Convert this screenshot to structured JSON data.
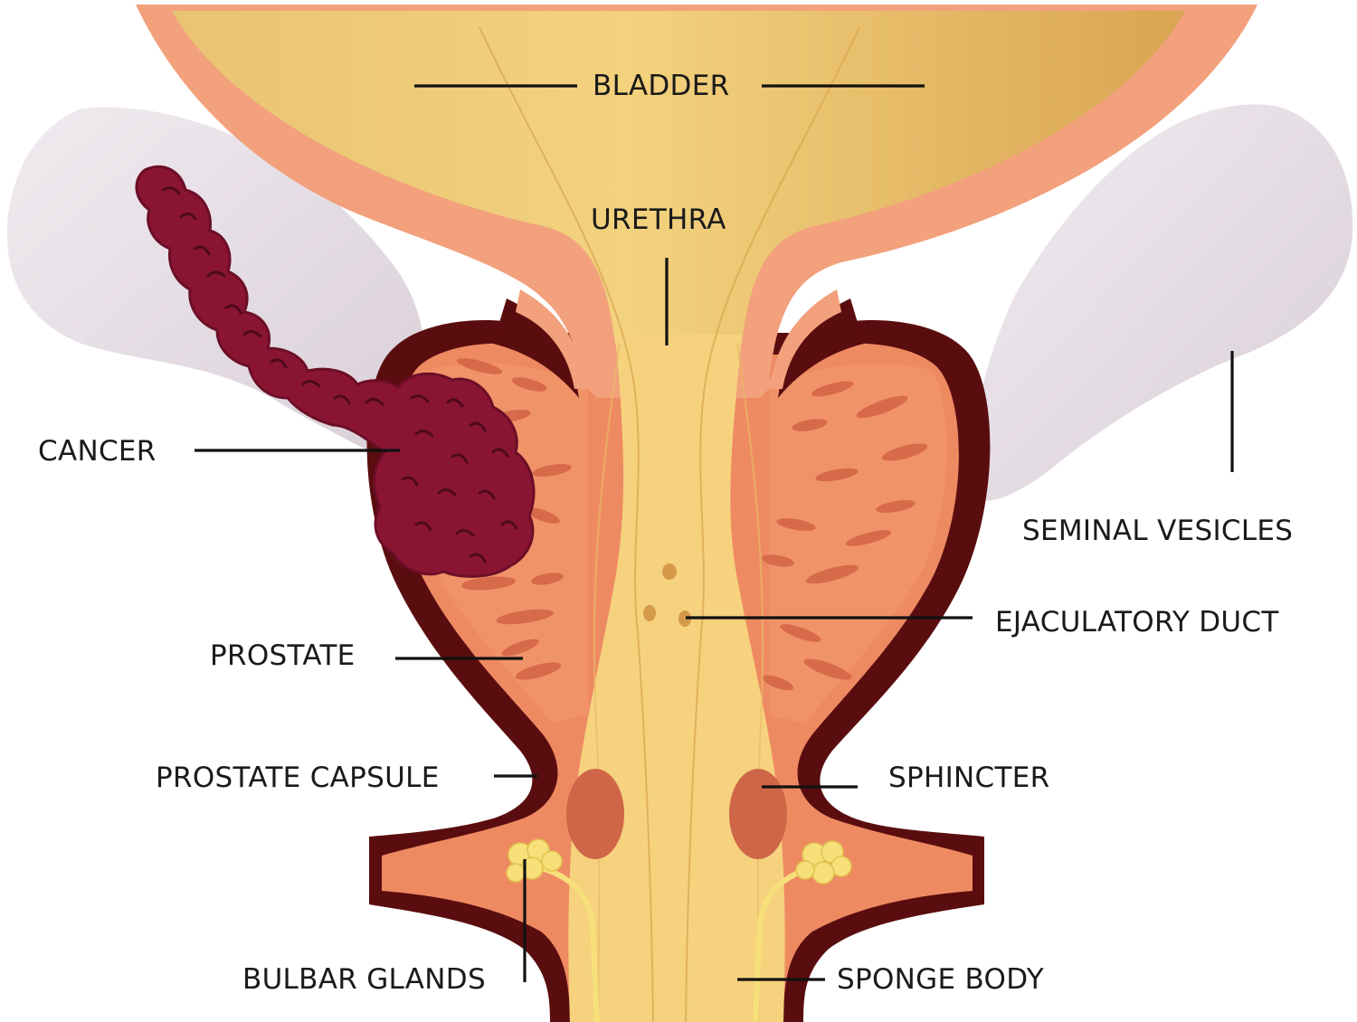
{
  "labels": {
    "bladder": "BLADDER",
    "urethra": "URETHRA",
    "cancer": "CANCER",
    "seminal_vesicles": "SEMINAL VESICLES",
    "ejaculatory_duct": "EJACULATORY DUCT",
    "prostate": "PROSTATE",
    "prostate_capsule": "PROSTATE CAPSULE",
    "sphincter": "SPHINCTER",
    "bulbar_glands": "BULBAR GLANDS",
    "sponge_body": "SPONGE BODY"
  },
  "colors": {
    "capsule": "#5a0d0f",
    "bladder_wall": "#f3a07c",
    "bladder_fill": "#e6b860",
    "urethra_fill": "#f6d27e",
    "prostate": "#ee8a62",
    "prostate_stripes": "#d36445",
    "cancer": "#8a1533",
    "seminal_vesicles": "#dcd2db",
    "sphincter": "#cf6647",
    "bulbar_glands": "#f7e07a"
  }
}
